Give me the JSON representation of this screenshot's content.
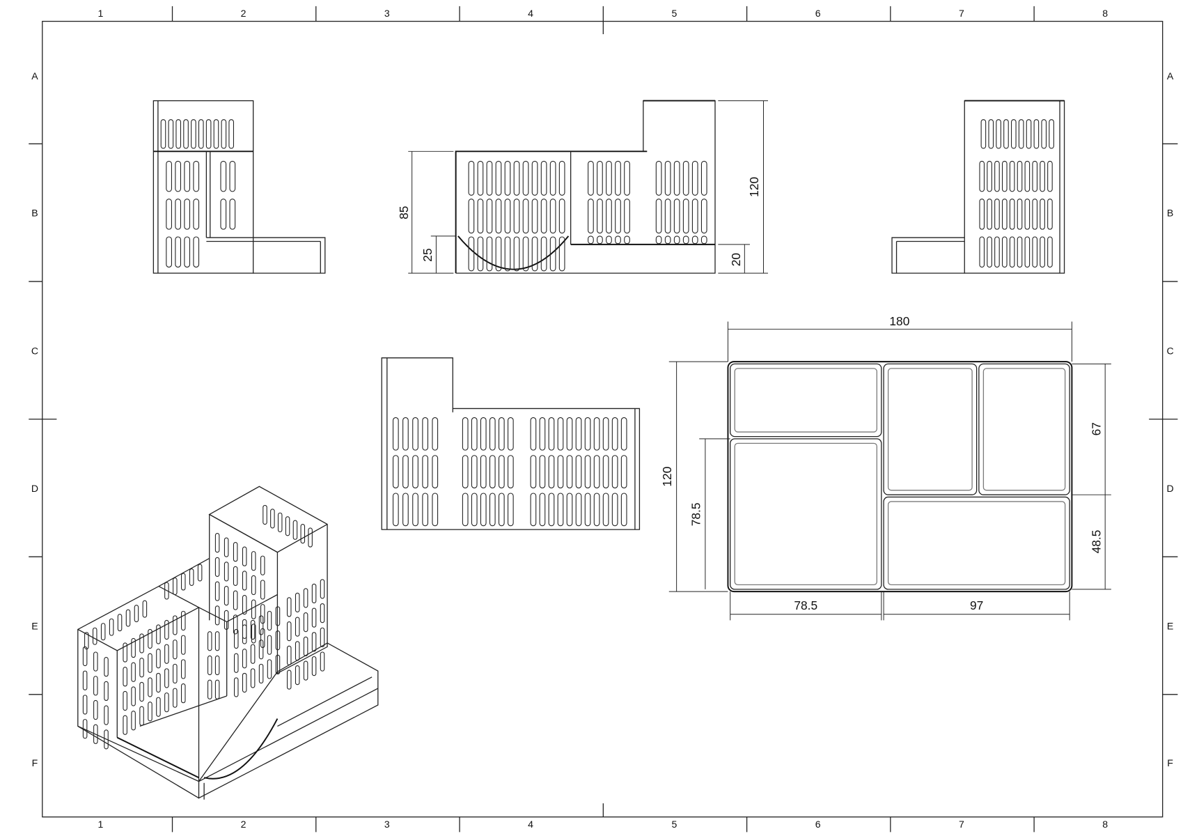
{
  "sheet": {
    "columns": [
      "1",
      "2",
      "3",
      "4",
      "5",
      "6",
      "7",
      "8"
    ],
    "rows": [
      "A",
      "B",
      "C",
      "D",
      "E",
      "F"
    ]
  },
  "front_view": {
    "dim_total_front_height": "85",
    "dim_arc_height": "25",
    "dim_total_height": "120",
    "dim_tray_height": "20"
  },
  "top_view": {
    "dim_width": "180",
    "dim_depth": "120",
    "dim_left_compartment_depth": "78.5",
    "dim_right_top_depth": "67",
    "dim_right_bottom_depth": "48.5",
    "dim_left_compartment_width": "78.5",
    "dim_right_tray_width": "97"
  },
  "colors": {
    "line": "#222222",
    "background": "#ffffff"
  }
}
